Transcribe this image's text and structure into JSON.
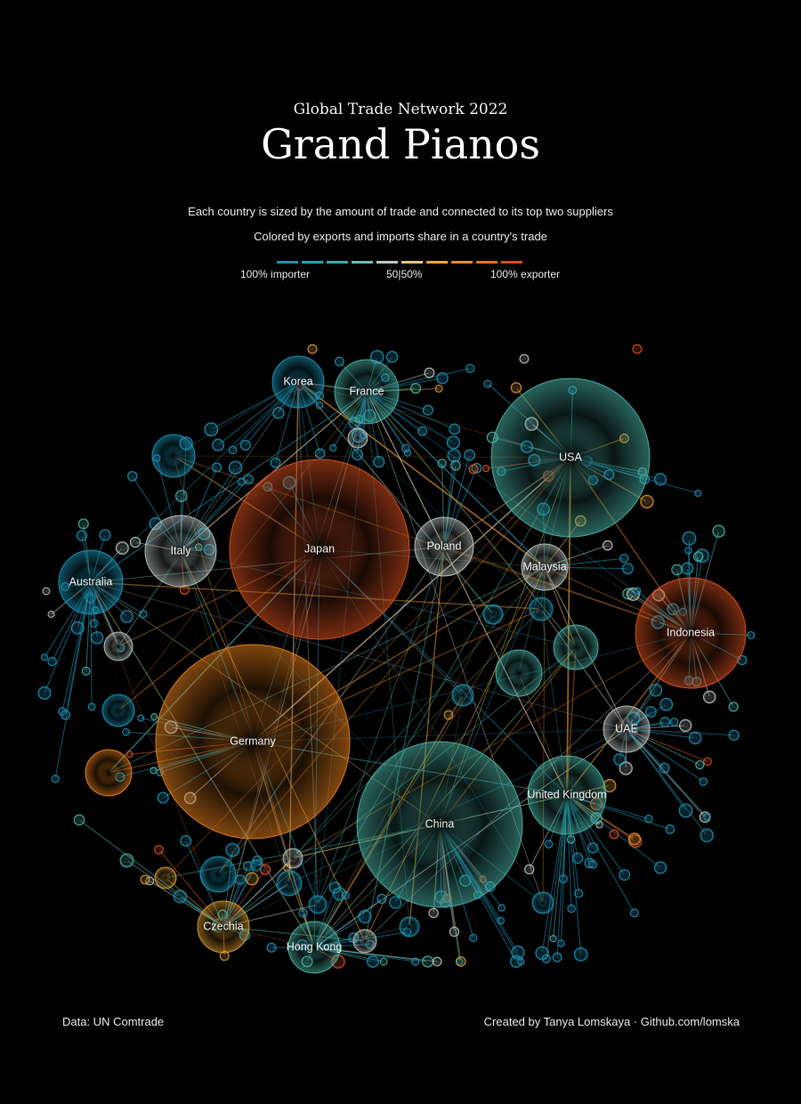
{
  "header": {
    "kicker": "Global Trade Network 2022",
    "title": "Grand Pianos",
    "desc_line1": "Each country is sized by the amount of trade and connected to its top two suppliers",
    "desc_line2": "Colored by exports and imports share in a country's trade"
  },
  "legend": {
    "importer_label": "100% importer",
    "mid_label": "50|50%",
    "exporter_label": "100% exporter",
    "colors": [
      "#1e8fae",
      "#2a9fae",
      "#3aa9a8",
      "#6bbab1",
      "#b9c8c0",
      "#e1bf86",
      "#eea33e",
      "#e98a22",
      "#e07220",
      "#d8491e"
    ]
  },
  "colors": {
    "importer": "#1a93b5",
    "teal": "#4ab3a6",
    "neutral": "#b8c3bd",
    "mustard": "#d99a2b",
    "orange": "#e57f1c",
    "red_orange": "#d8501f"
  },
  "countries": [
    {
      "name": "USA",
      "label": "USA",
      "tone": "teal"
    },
    {
      "name": "Japan",
      "label": "Japan",
      "tone": "red_orange"
    },
    {
      "name": "Germany",
      "label": "Germany",
      "tone": "orange"
    },
    {
      "name": "China",
      "label": "China",
      "tone": "teal"
    },
    {
      "name": "Indonesia",
      "label": "Indonesia",
      "tone": "red_orange"
    },
    {
      "name": "United Kingdom",
      "label": "United Kingdom",
      "tone": "teal"
    },
    {
      "name": "Korea",
      "label": "Korea",
      "tone": "importer"
    },
    {
      "name": "France",
      "label": "France",
      "tone": "teal"
    },
    {
      "name": "Italy",
      "label": "Italy",
      "tone": "neutral"
    },
    {
      "name": "Poland",
      "label": "Poland",
      "tone": "neutral"
    },
    {
      "name": "Malaysia",
      "label": "Malaysia",
      "tone": "neutral"
    },
    {
      "name": "Australia",
      "label": "Australia",
      "tone": "importer"
    },
    {
      "name": "UAE",
      "label": "UAE",
      "tone": "neutral"
    },
    {
      "name": "Czechia",
      "label": "Czechia",
      "tone": "mustard"
    },
    {
      "name": "Hong Kong",
      "label": "Hong Kong",
      "tone": "teal"
    }
  ],
  "footer": {
    "source": "Data: UN Comtrade",
    "credit": "Created by Tanya Lomskaya · Github.com/lomska"
  }
}
